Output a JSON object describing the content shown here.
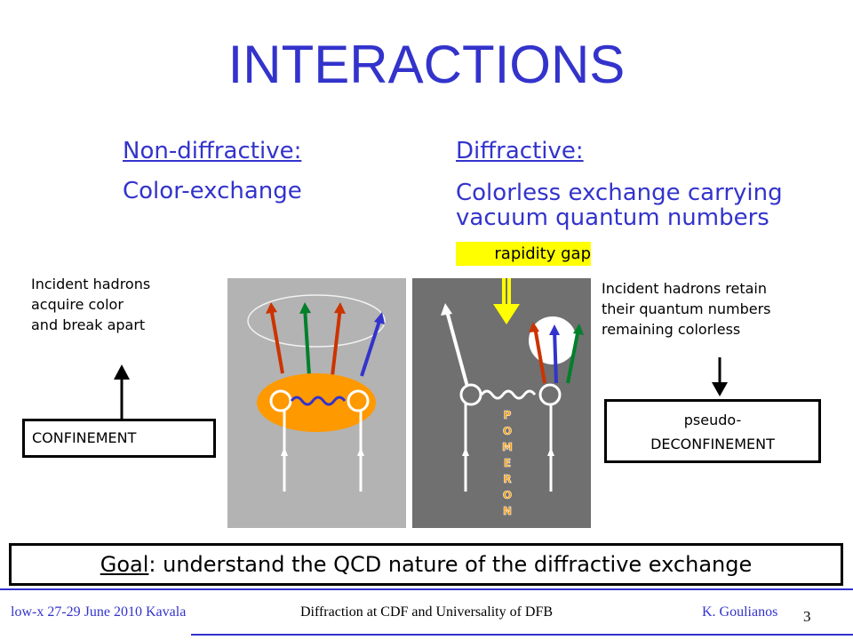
{
  "slide": {
    "title": "INTERACTIONS",
    "left_column": {
      "heading": "Non-diffractive:",
      "subheading": "Color-exchange",
      "note_lines": [
        "Incident hadrons",
        "acquire color",
        "and break apart"
      ],
      "box_label": "CONFINEMENT"
    },
    "right_column": {
      "heading": "Diffractive:",
      "subheading_lines": [
        "Colorless exchange carrying",
        "vacuum quantum numbers"
      ],
      "note_lines": [
        "Incident hadrons retain",
        "their quantum numbers",
        "remaining colorless"
      ],
      "box_lines": [
        "pseudo-",
        "DECONFINEMENT"
      ]
    },
    "gap_label": "rapidity gap",
    "pomeron_letters": [
      "P",
      "O",
      "M",
      "E",
      "R",
      "O",
      "N"
    ],
    "goal": {
      "underlined": "Goal",
      "rest": ": understand the QCD nature of the diffractive exchange"
    },
    "footer": {
      "left": "low-x 27-29 June 2010 Kavala",
      "center": "Diffraction at CDF and Universality of DFB",
      "right": "K. Goulianos",
      "page": "3"
    },
    "colors": {
      "title": "#3333cc",
      "gap_highlight": "#ffff00",
      "blob": "#ff9900",
      "panel_left": "#b3b3b3",
      "panel_right": "#707070",
      "parton_red": "#cc3300",
      "parton_green": "#00802b",
      "parton_blue": "#3333cc"
    }
  }
}
